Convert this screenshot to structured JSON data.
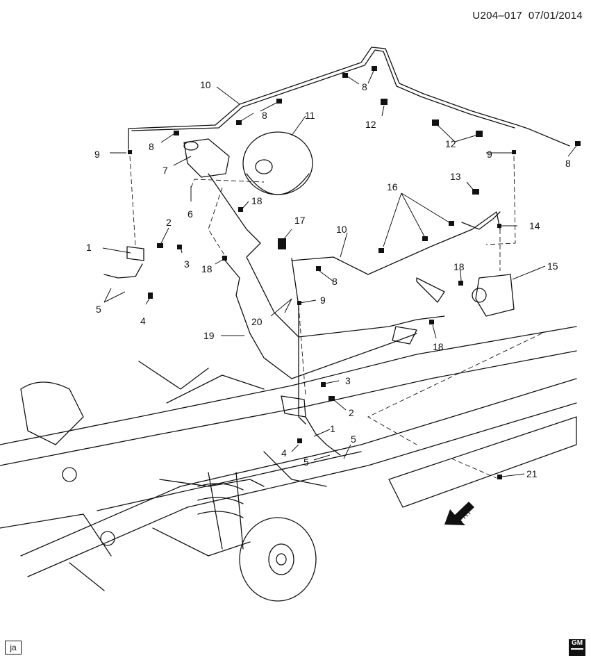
{
  "header": {
    "code": "U204–017",
    "date": "07/01/2014"
  },
  "footer": {
    "tag": "ja",
    "logo": "GM"
  },
  "direction": "FRT",
  "callouts": [
    "1",
    "2",
    "3",
    "4",
    "5",
    "6",
    "7",
    "8",
    "9",
    "10",
    "11",
    "12",
    "13",
    "14",
    "15",
    "16",
    "17",
    "18",
    "19",
    "20",
    "21"
  ]
}
